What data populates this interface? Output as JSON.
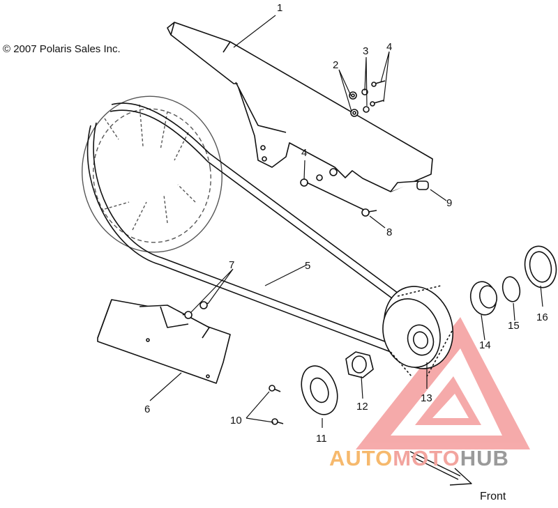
{
  "copyright": "© 2007 Polaris Sales Inc.",
  "direction_label": "Front",
  "watermark": {
    "part1": "AUTO",
    "part2": "MOTO",
    "part3": "HUB"
  },
  "callouts": [
    {
      "id": "1",
      "text": "1"
    },
    {
      "id": "2",
      "text": "2"
    },
    {
      "id": "3",
      "text": "3"
    },
    {
      "id": "4a",
      "text": "4"
    },
    {
      "id": "4b",
      "text": "4"
    },
    {
      "id": "5",
      "text": "5"
    },
    {
      "id": "6",
      "text": "6"
    },
    {
      "id": "7",
      "text": "7"
    },
    {
      "id": "8",
      "text": "8"
    },
    {
      "id": "9",
      "text": "9"
    },
    {
      "id": "10",
      "text": "10"
    },
    {
      "id": "11",
      "text": "11"
    },
    {
      "id": "12",
      "text": "12"
    },
    {
      "id": "13",
      "text": "13"
    },
    {
      "id": "14",
      "text": "14"
    },
    {
      "id": "15",
      "text": "15"
    },
    {
      "id": "16",
      "text": "16"
    }
  ]
}
